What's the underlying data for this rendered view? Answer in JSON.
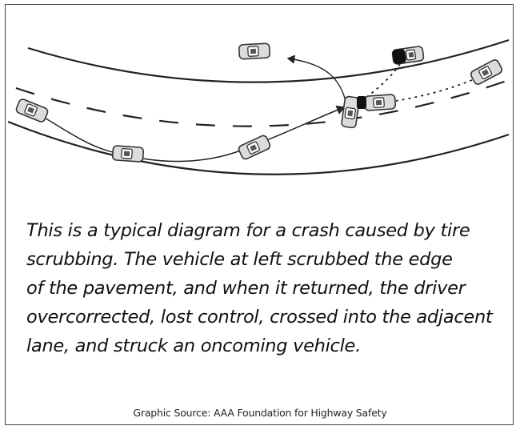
{
  "caption": {
    "lines": [
      "This is a typical diagram for a crash caused by tire",
      "scrubbing. The vehicle at left scrubbed the edge",
      "of the pavement, and when it returned, the driver",
      "overcorrected, lost control, crossed into the adjacent",
      "lane, and struck an oncoming vehicle."
    ]
  },
  "source": "Graphic Source: AAA Foundation for Highway Safety",
  "colors": {
    "road_line": "#222222",
    "car_body": "#dcdcdc",
    "car_outline": "#333333",
    "dark_car": "#111111"
  }
}
